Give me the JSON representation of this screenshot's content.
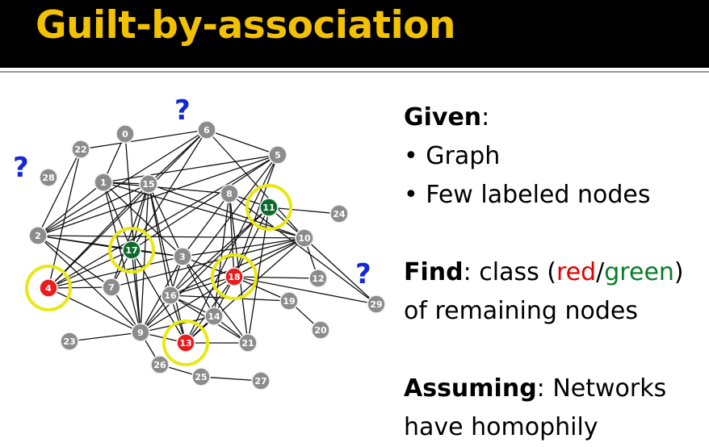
{
  "title": "Guilt-by-association",
  "panel": {
    "given_label": "Given",
    "given_colon": ":",
    "bullets": [
      "Graph",
      "Few labeled nodes"
    ],
    "find_label": "Find",
    "find_pre": ": class (",
    "find_red": "red",
    "find_slash": "/",
    "find_green": "green",
    "find_post": ")",
    "find_line2": "of remaining nodes",
    "assuming_label": "Assuming",
    "assuming_rest": ": Networks",
    "assuming_line2": "have homophily"
  },
  "graph": {
    "question_mark": "?",
    "colors": {
      "unlabeled": "#8c8c8c",
      "red": "#e81c1c",
      "green": "#0d6b2e",
      "highlight": "#e8e816",
      "question": "#1428d8"
    },
    "nodes": [
      {
        "id": "0",
        "class": "unlabeled"
      },
      {
        "id": "1",
        "class": "unlabeled"
      },
      {
        "id": "2",
        "class": "unlabeled"
      },
      {
        "id": "3",
        "class": "unlabeled"
      },
      {
        "id": "4",
        "class": "red"
      },
      {
        "id": "5",
        "class": "unlabeled"
      },
      {
        "id": "6",
        "class": "unlabeled"
      },
      {
        "id": "7",
        "class": "unlabeled"
      },
      {
        "id": "8",
        "class": "unlabeled"
      },
      {
        "id": "9",
        "class": "unlabeled"
      },
      {
        "id": "10",
        "class": "unlabeled"
      },
      {
        "id": "11",
        "class": "green"
      },
      {
        "id": "12",
        "class": "unlabeled"
      },
      {
        "id": "13",
        "class": "red"
      },
      {
        "id": "14",
        "class": "unlabeled"
      },
      {
        "id": "15",
        "class": "unlabeled"
      },
      {
        "id": "16",
        "class": "unlabeled"
      },
      {
        "id": "17",
        "class": "green"
      },
      {
        "id": "18",
        "class": "red"
      },
      {
        "id": "19",
        "class": "unlabeled"
      },
      {
        "id": "20",
        "class": "unlabeled"
      },
      {
        "id": "21",
        "class": "unlabeled"
      },
      {
        "id": "22",
        "class": "unlabeled"
      },
      {
        "id": "23",
        "class": "unlabeled"
      },
      {
        "id": "24",
        "class": "unlabeled"
      },
      {
        "id": "25",
        "class": "unlabeled"
      },
      {
        "id": "26",
        "class": "unlabeled"
      },
      {
        "id": "27",
        "class": "unlabeled"
      },
      {
        "id": "28",
        "class": "unlabeled"
      },
      {
        "id": "29",
        "class": "unlabeled"
      }
    ],
    "edges": [
      [
        "0",
        "9"
      ],
      [
        "0",
        "1"
      ],
      [
        "6",
        "5"
      ],
      [
        "6",
        "2"
      ],
      [
        "6",
        "4"
      ],
      [
        "6",
        "15"
      ],
      [
        "6",
        "17"
      ],
      [
        "6",
        "10"
      ],
      [
        "5",
        "1"
      ],
      [
        "5",
        "17"
      ],
      [
        "5",
        "16"
      ],
      [
        "5",
        "13"
      ],
      [
        "5",
        "2"
      ],
      [
        "5",
        "4"
      ],
      [
        "5",
        "18"
      ],
      [
        "22",
        "4"
      ],
      [
        "22",
        "2"
      ],
      [
        "22",
        "6"
      ],
      [
        "1",
        "2"
      ],
      [
        "1",
        "17"
      ],
      [
        "1",
        "9"
      ],
      [
        "1",
        "3"
      ],
      [
        "1",
        "15"
      ],
      [
        "1",
        "8"
      ],
      [
        "1",
        "10"
      ],
      [
        "15",
        "4"
      ],
      [
        "15",
        "9"
      ],
      [
        "15",
        "16"
      ],
      [
        "15",
        "13"
      ],
      [
        "15",
        "17"
      ],
      [
        "15",
        "3"
      ],
      [
        "15",
        "7"
      ],
      [
        "15",
        "2"
      ],
      [
        "15",
        "10"
      ],
      [
        "8",
        "11"
      ],
      [
        "8",
        "18"
      ],
      [
        "8",
        "3"
      ],
      [
        "8",
        "21"
      ],
      [
        "8",
        "14"
      ],
      [
        "8",
        "29"
      ],
      [
        "11",
        "24"
      ],
      [
        "11",
        "9"
      ],
      [
        "11",
        "18"
      ],
      [
        "11",
        "16"
      ],
      [
        "11",
        "10"
      ],
      [
        "11",
        "21"
      ],
      [
        "2",
        "10"
      ],
      [
        "2",
        "3"
      ],
      [
        "2",
        "17"
      ],
      [
        "2",
        "7"
      ],
      [
        "2",
        "9"
      ],
      [
        "4",
        "17"
      ],
      [
        "4",
        "3"
      ],
      [
        "4",
        "9"
      ],
      [
        "4",
        "7"
      ],
      [
        "17",
        "3"
      ],
      [
        "17",
        "9"
      ],
      [
        "17",
        "7"
      ],
      [
        "17",
        "13"
      ],
      [
        "3",
        "9"
      ],
      [
        "3",
        "16"
      ],
      [
        "3",
        "18"
      ],
      [
        "3",
        "14"
      ],
      [
        "3",
        "21"
      ],
      [
        "3",
        "10"
      ],
      [
        "10",
        "18"
      ],
      [
        "10",
        "16"
      ],
      [
        "10",
        "12"
      ],
      [
        "10",
        "29"
      ],
      [
        "10",
        "13"
      ],
      [
        "18",
        "12"
      ],
      [
        "18",
        "19"
      ],
      [
        "18",
        "16"
      ],
      [
        "18",
        "9"
      ],
      [
        "18",
        "13"
      ],
      [
        "18",
        "14"
      ],
      [
        "18",
        "29"
      ],
      [
        "16",
        "14"
      ],
      [
        "16",
        "21"
      ],
      [
        "16",
        "9"
      ],
      [
        "16",
        "19"
      ],
      [
        "16",
        "13"
      ],
      [
        "7",
        "9"
      ],
      [
        "9",
        "23"
      ],
      [
        "9",
        "13"
      ],
      [
        "9",
        "26"
      ],
      [
        "9",
        "14"
      ],
      [
        "13",
        "21"
      ],
      [
        "13",
        "14"
      ],
      [
        "14",
        "21"
      ],
      [
        "19",
        "20"
      ],
      [
        "26",
        "25"
      ],
      [
        "25",
        "27"
      ],
      [
        "7",
        "10"
      ]
    ]
  }
}
